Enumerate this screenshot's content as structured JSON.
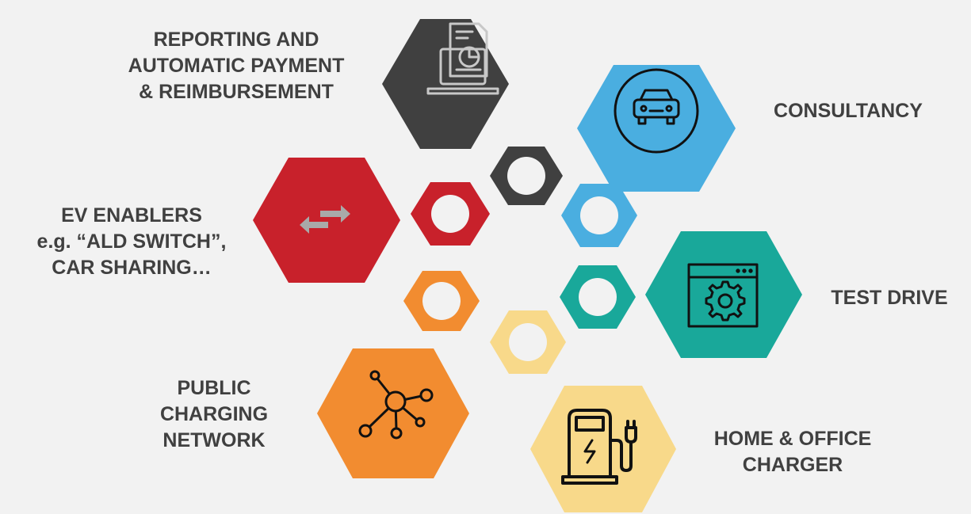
{
  "diagram": {
    "segments": [
      {
        "id": "reporting",
        "color": "#404040",
        "icon": "report-laptop-icon",
        "lines": [
          "REPORTING AND",
          "AUTOMATIC PAYMENT",
          "& REIMBURSEMENT"
        ]
      },
      {
        "id": "consultancy",
        "color": "#4aaee0",
        "icon": "car-icon",
        "lines": [
          "CONSULTANCY"
        ]
      },
      {
        "id": "test-drive",
        "color": "#19a89a",
        "icon": "browser-gear-icon",
        "lines": [
          "TEST DRIVE"
        ]
      },
      {
        "id": "home-office",
        "color": "#f8d98a",
        "icon": "ev-charger-icon",
        "lines": [
          "HOME & OFFICE",
          "CHARGER"
        ]
      },
      {
        "id": "public-charging",
        "color": "#f28c30",
        "icon": "network-icon",
        "lines": [
          "PUBLIC",
          "CHARGING",
          "NETWORK"
        ]
      },
      {
        "id": "ev-enablers",
        "color": "#c8212b",
        "icon": "swap-arrows-icon",
        "lines": [
          "EV ENABLERS",
          "e.g. “ALD SWITCH”,",
          "CAR SHARING…"
        ]
      }
    ]
  }
}
